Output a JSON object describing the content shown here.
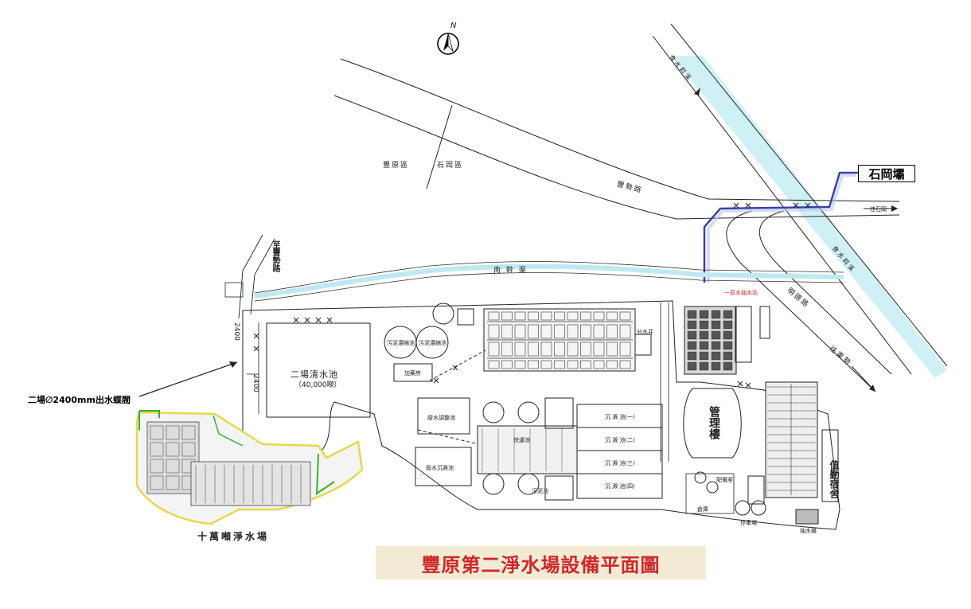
{
  "title": "豐原第二淨水場設備平面圖",
  "north_label": "N",
  "shigang_dam": "石岡壩",
  "districts": {
    "fengyuan": "豐原區",
    "shigang": "石岡區"
  },
  "roads": {
    "fengshi": "豐勢路",
    "to_fengshi": "至豐勢路",
    "mingde": "明德路",
    "to_shigang": "往石岡",
    "to_dongshi": "往東勢",
    "nanyang": "南 幹 渠"
  },
  "canal": {
    "upper": "食水嵙溪",
    "lower": "食水嵙溪"
  },
  "pump_station": "一原水抽水站",
  "clearwell": {
    "name": "二場清水池",
    "capacity": "（40,000噸）"
  },
  "pipe_label": "二場∅2400mm出水蝶閥",
  "pipe_dims": {
    "a": "2400",
    "b": "2400"
  },
  "plant_100k": "十萬噸淨水場",
  "small_labels": {
    "thickener1": "污泥濃縮池",
    "thickener2": "污泥濃縮池",
    "distribution": "分水井",
    "chem": "加藥房",
    "sludge_equal": "廢水調整池",
    "sludge_settle": "廢水沉澱池",
    "sed1": "沉 澱 池(一)",
    "sed2": "沉 澱 池(二)",
    "sed3": "沉 澱 池(三)",
    "sed4": "沉 澱 池(四)",
    "admin": "管理樓",
    "dorm": "值勤宿舍",
    "warehouse": "倉庫",
    "pump_house": "抽水機",
    "filter_label": "快濾池",
    "sludge_tank": "污泥池",
    "plate_room": "配電室",
    "parking": "停車場"
  },
  "colors": {
    "title_bg": "#f3ebd3",
    "title_text": "#d0262b",
    "river": "#bfe9f2",
    "pipe_blue": "#3b3fa6",
    "boundary_yellow": "#e6d84a",
    "green_pipe": "#2fb52f",
    "red_label": "#d0262b"
  }
}
